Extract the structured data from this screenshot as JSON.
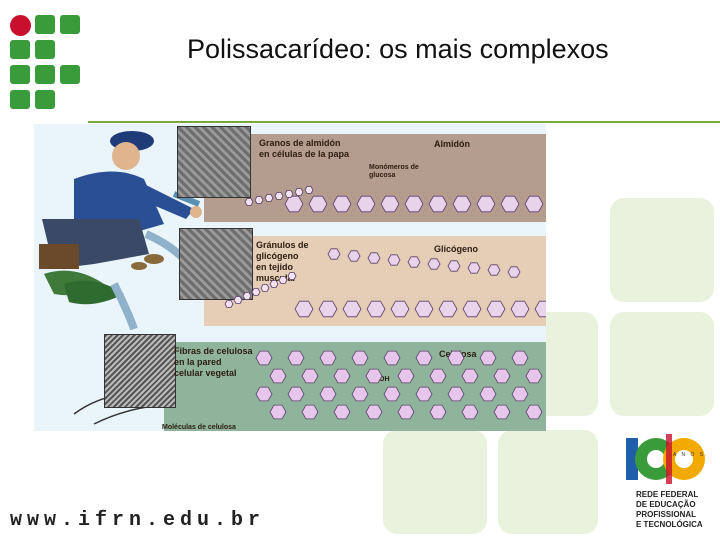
{
  "slide": {
    "title": "Polissacarídeo: os mais complexos",
    "footer_url": "www.ifrn.edu.br"
  },
  "figure": {
    "panels": [
      {
        "caption": "Granos de almidón\nen células de la papa",
        "name": "Almidón",
        "sublabel": "Monómeros de\nglucosa",
        "color": "#b49d8e"
      },
      {
        "caption": "Gránulos de\nglicógeno\nen tejido\nmuscular",
        "name": "Glicógeno",
        "color": "#e6cdb6"
      },
      {
        "caption": "Fibras de celulosa\nen la pared\ncelular vegetal",
        "name": "Celulosa",
        "color": "#8fb49b",
        "oh_label": "OH",
        "molecules_label": "Moléculas de celulosa"
      }
    ]
  },
  "badge": {
    "number": "100",
    "years_label": "A N O S",
    "text": "REDE FEDERAL\nDE EDUCAÇÃO\nPROFISSIONAL\nE TECNOLÓGICA"
  },
  "colors": {
    "logo_green": "#3a9b3a",
    "logo_red": "#c8102e",
    "accent_rule": "#7aa83a"
  }
}
